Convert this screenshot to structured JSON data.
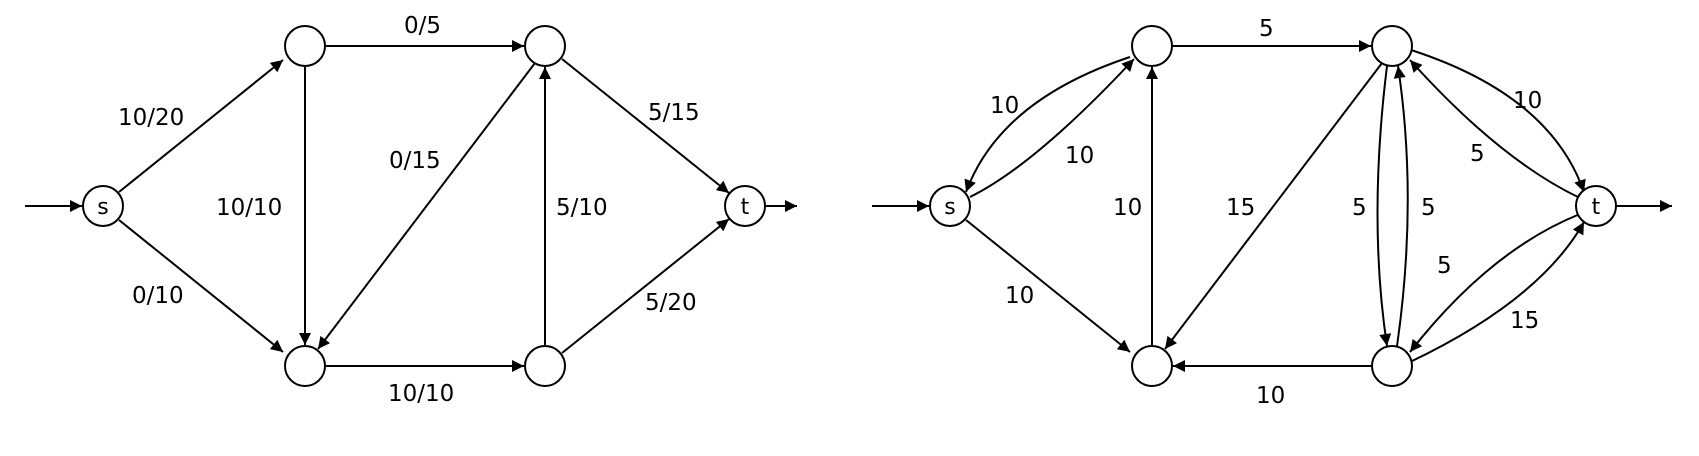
{
  "colors": {
    "stroke": "#000000",
    "background": "#ffffff"
  },
  "left": {
    "nodes": {
      "s": "s",
      "t": "t"
    },
    "edges": [
      {
        "from": "s",
        "to": "u1",
        "label": "10/20"
      },
      {
        "from": "s",
        "to": "d1",
        "label": "0/10"
      },
      {
        "from": "u1",
        "to": "u2",
        "label": "0/5"
      },
      {
        "from": "u1",
        "to": "d1",
        "label": "10/10"
      },
      {
        "from": "u2",
        "to": "d1",
        "label": "0/15"
      },
      {
        "from": "u2",
        "to": "t",
        "label": "5/15"
      },
      {
        "from": "d1",
        "to": "d2",
        "label": "10/10"
      },
      {
        "from": "d2",
        "to": "u2",
        "label": "5/10"
      },
      {
        "from": "d2",
        "to": "t",
        "label": "5/20"
      }
    ]
  },
  "right": {
    "nodes": {
      "s": "s",
      "t": "t"
    },
    "edges": [
      {
        "from": "s",
        "to": "u1",
        "label": "10"
      },
      {
        "from": "u1",
        "to": "s",
        "label": "10"
      },
      {
        "from": "s",
        "to": "d1",
        "label": "10"
      },
      {
        "from": "u1",
        "to": "u2",
        "label": "5"
      },
      {
        "from": "d1",
        "to": "u1",
        "label": "10"
      },
      {
        "from": "u2",
        "to": "d1",
        "label": "15"
      },
      {
        "from": "u2",
        "to": "d2",
        "label": "5"
      },
      {
        "from": "d2",
        "to": "u2",
        "label": "5"
      },
      {
        "from": "u2",
        "to": "t",
        "label": "10"
      },
      {
        "from": "t",
        "to": "u2",
        "label": "5"
      },
      {
        "from": "t",
        "to": "d2",
        "label": "5"
      },
      {
        "from": "d2",
        "to": "t",
        "label": "15"
      },
      {
        "from": "d2",
        "to": "d1",
        "label": "10"
      }
    ]
  }
}
